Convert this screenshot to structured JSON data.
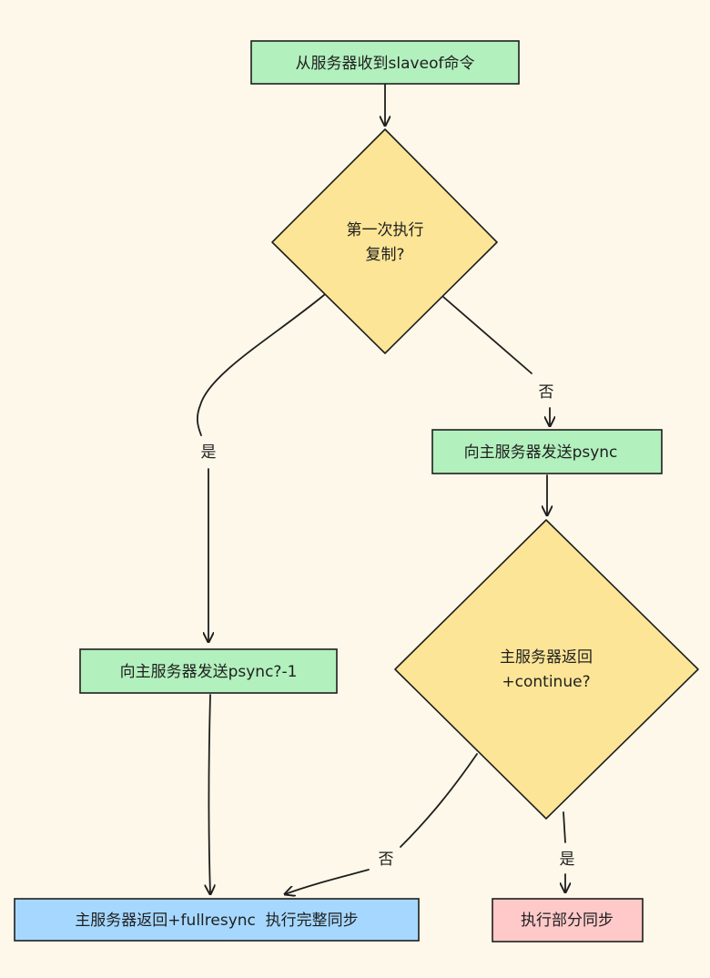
{
  "nodes": {
    "start": {
      "text": "从服务器收到slaveof命令"
    },
    "first_time": {
      "lines": [
        "第一次执行",
        "复制?"
      ]
    },
    "send_psync": {
      "text": "向主服务器发送psync"
    },
    "send_psync_minus1": {
      "text": "向主服务器发送psync?-1"
    },
    "continue_check": {
      "lines": [
        "主服务器返回",
        "+continue?"
      ]
    },
    "full_sync": {
      "text": "主服务器返回+fullresync  执行完整同步"
    },
    "partial_sync": {
      "text": "执行部分同步"
    }
  },
  "edges": {
    "first_yes": "是",
    "first_no": "否",
    "continue_no": "否",
    "continue_yes": "是"
  },
  "colors": {
    "background": "#fdf8e9",
    "process_fill": "#b2f0bd",
    "decision_fill": "#fce596",
    "result_full_fill": "#a6d8ff",
    "result_partial_fill": "#ffc9c9",
    "stroke": "#1e1e1e"
  }
}
